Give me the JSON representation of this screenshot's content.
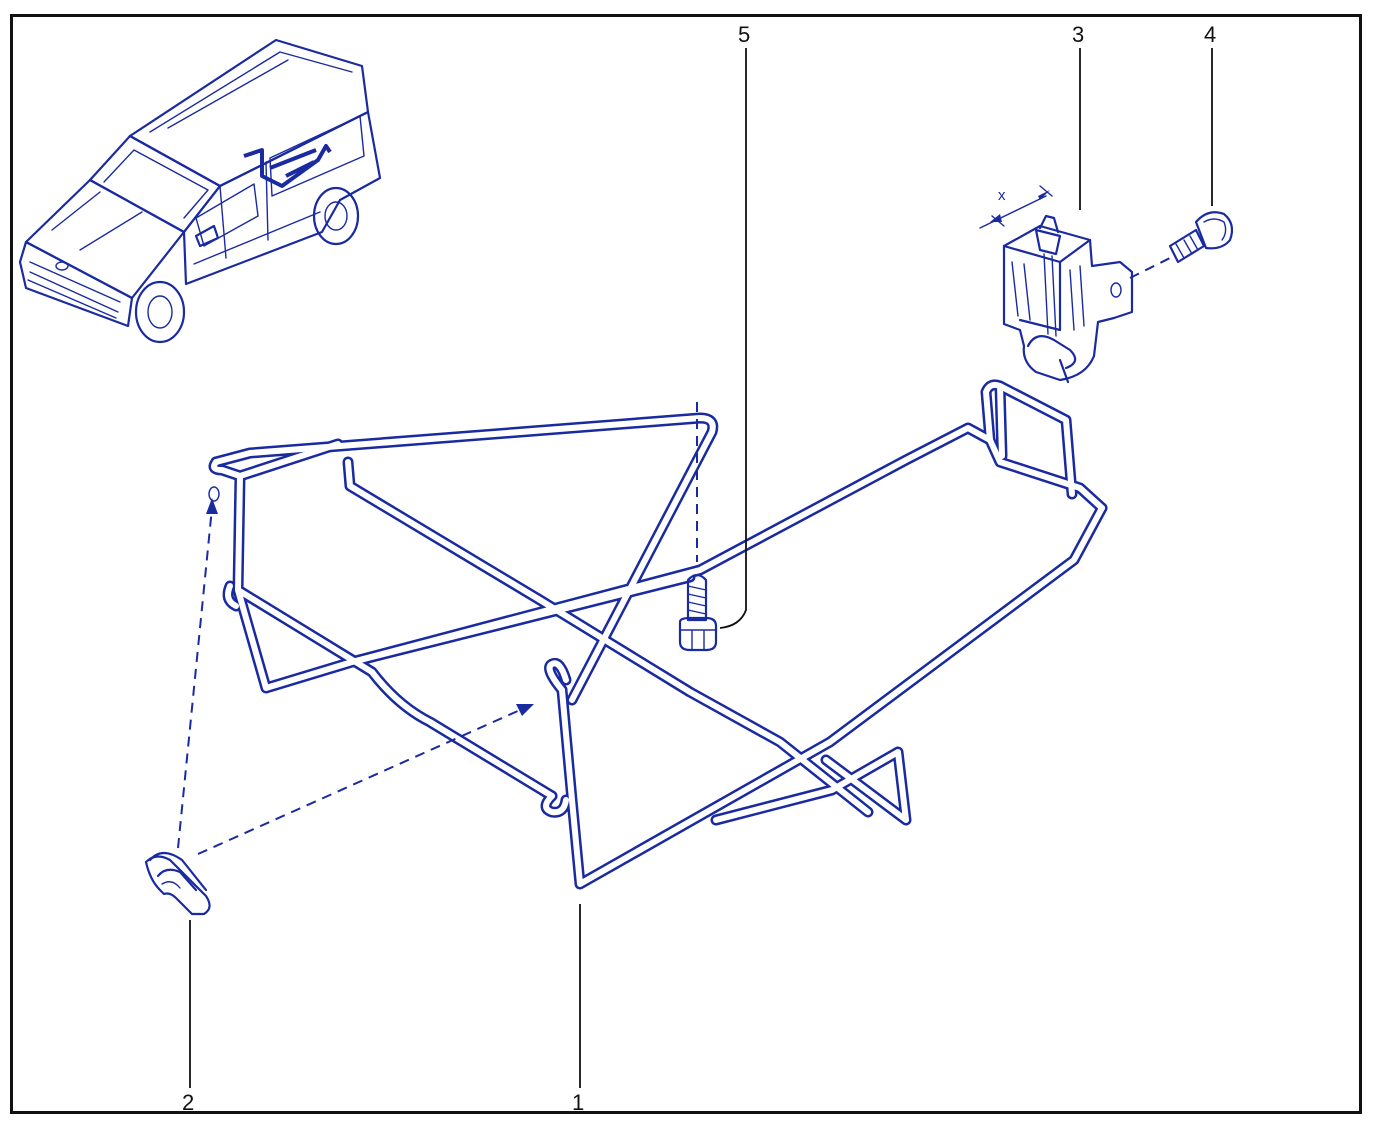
{
  "colors": {
    "line": "#1a2aa0",
    "shade": "#8b96d6",
    "callout": "#111111",
    "frame": "#111111"
  },
  "callouts": {
    "c1": "1",
    "c2": "2",
    "c3": "3",
    "c4": "4",
    "c5": "5"
  },
  "dimension_label": "x"
}
